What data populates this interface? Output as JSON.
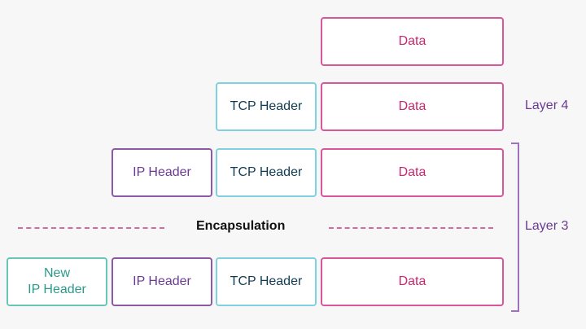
{
  "diagram": {
    "row1": {
      "data": "Data"
    },
    "row2": {
      "tcp": "TCP Header",
      "data": "Data"
    },
    "row3": {
      "ip": "IP Header",
      "tcp": "TCP Header",
      "data": "Data"
    },
    "encapsulation": "Encapsulation",
    "row4": {
      "new_ip": "New\nIP Header",
      "ip": "IP Header",
      "tcp": "TCP Header",
      "data": "Data"
    },
    "layer4": "Layer 4",
    "layer3": "Layer 3"
  }
}
